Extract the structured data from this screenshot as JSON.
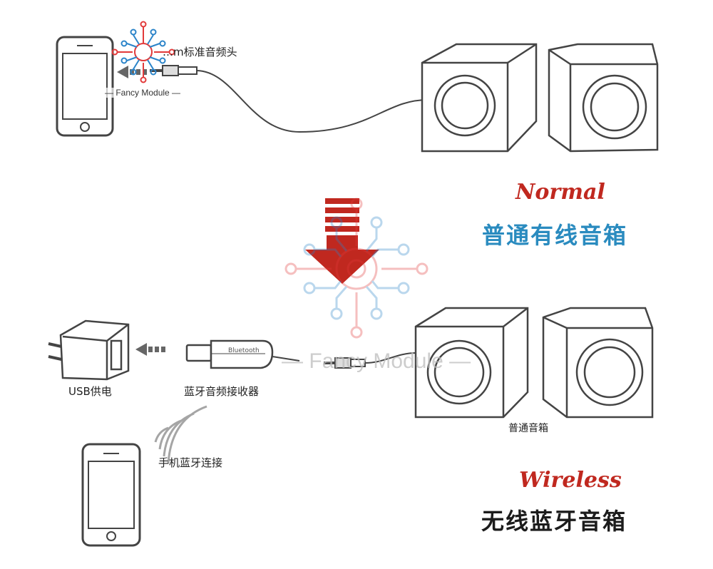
{
  "normal": {
    "title_en": "Normal",
    "title_cn": "普通有线音箱",
    "jack_label": "…m标准音频头"
  },
  "wireless": {
    "title_en": "Wireless",
    "title_cn": "无线蓝牙音箱",
    "usb_label": "USB供电",
    "receiver_label": "蓝牙音频接收器",
    "phone_label": "手机蓝牙连接",
    "speaker_label": "普通音箱",
    "dongle_text": "Bluetooth"
  },
  "watermark": {
    "text_small": "— Fancy Module —",
    "text_large": "— Fancy Module —"
  },
  "colors": {
    "accent_red": "#c0281f",
    "title_blue": "#2a8bbf",
    "line": "#444444",
    "wm_red": "#e23a3a",
    "wm_blue": "#2b84c9"
  }
}
